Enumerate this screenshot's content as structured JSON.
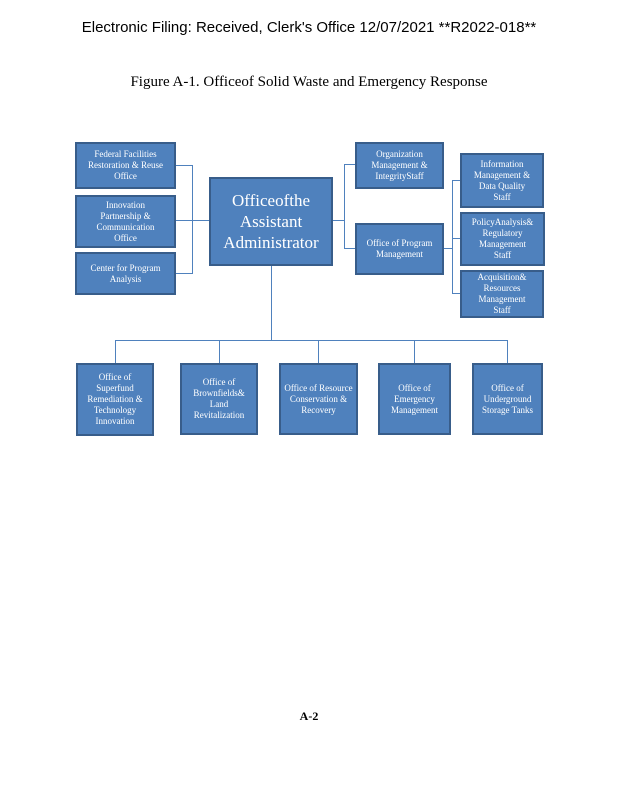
{
  "header": "Electronic Filing: Received, Clerk's Office 12/07/2021 **R2022-018**",
  "title": "Figure A-1. Officeof Solid Waste and Emergency Response",
  "center": "Officeofthe Assistant Administrator",
  "left": [
    "Federal Facilities Restoration & Reuse Office",
    "Innovation Partnership & Communication Office",
    "Center for Program Analysis"
  ],
  "right": [
    "Organization Management & IntegrityStaff",
    "Office of Program Management"
  ],
  "program_mgmt_subs": [
    "Information Management & Data Quality Staff",
    "PolicyAnalysis& Regulatory Management Staff",
    "Acquisition& Resources Management Staff"
  ],
  "bottom": [
    "Office of Superfund Remediation & Technology Innovation",
    "Office of Brownfields& Land Revitalization",
    "Office of Resource Conservation & Recovery",
    "Office of Emergency Management",
    "Office of Underground Storage Tanks"
  ],
  "page_number": "A-2"
}
